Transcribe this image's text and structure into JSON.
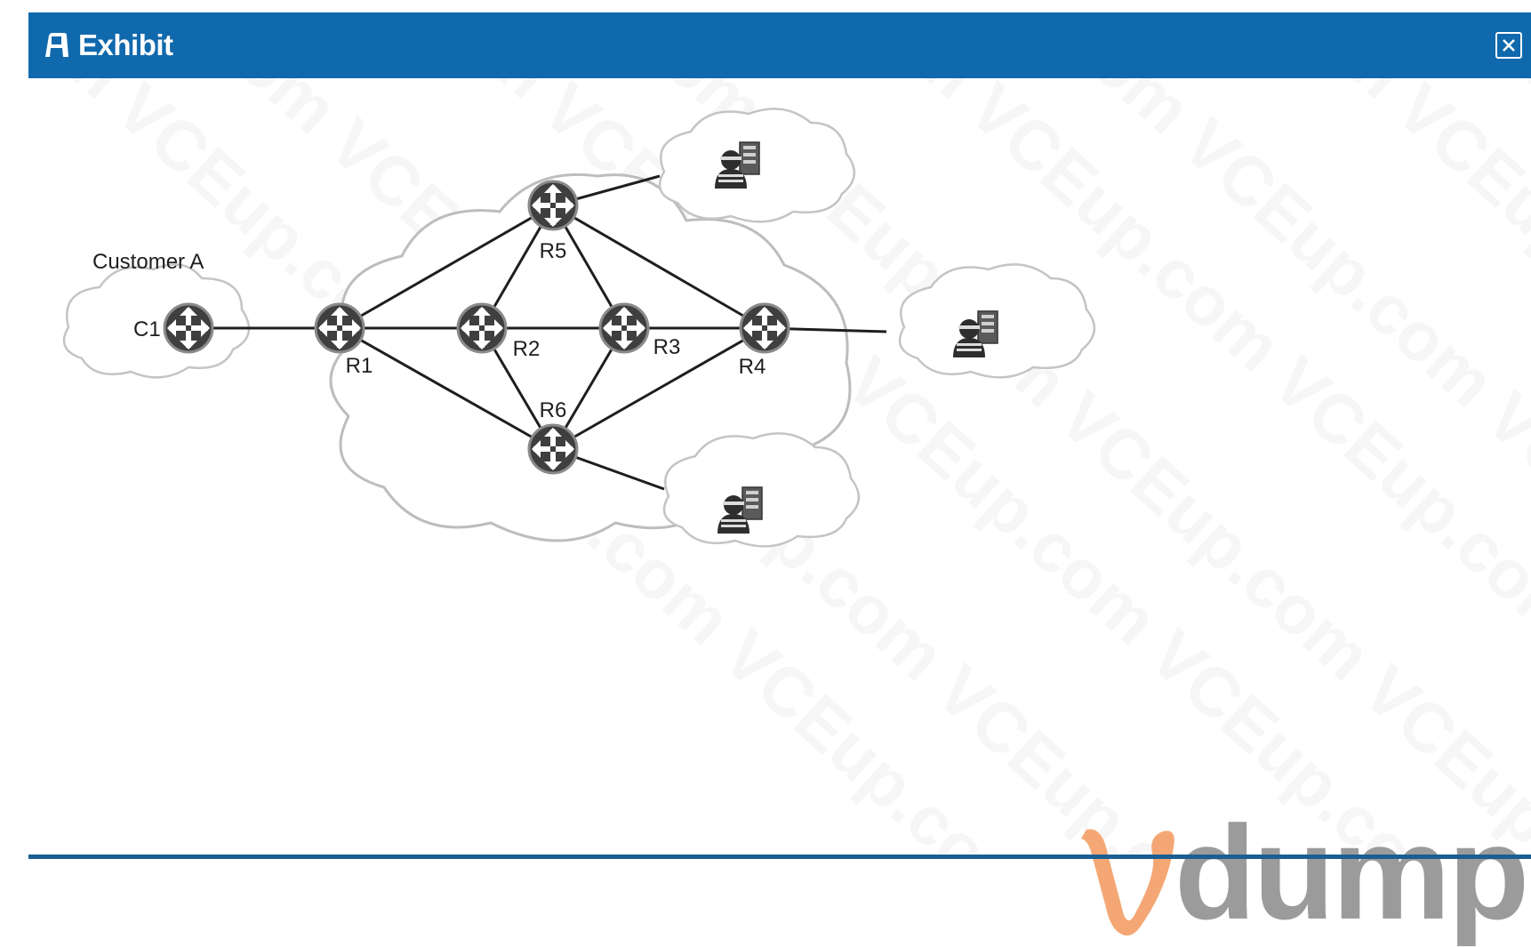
{
  "window": {
    "title": "Exhibit",
    "close_icon": "close-icon",
    "title_icon": "exhibit-icon"
  },
  "diagram": {
    "group_label": "Customer A",
    "routers": [
      {
        "id": "C1",
        "label": "C1"
      },
      {
        "id": "R1",
        "label": "R1"
      },
      {
        "id": "R2",
        "label": "R2"
      },
      {
        "id": "R3",
        "label": "R3"
      },
      {
        "id": "R4",
        "label": "R4"
      },
      {
        "id": "R5",
        "label": "R5"
      },
      {
        "id": "R6",
        "label": "R6"
      }
    ],
    "links": [
      [
        "C1",
        "R1"
      ],
      [
        "R1",
        "R2"
      ],
      [
        "R2",
        "R3"
      ],
      [
        "R3",
        "R4"
      ],
      [
        "R1",
        "R5"
      ],
      [
        "R1",
        "R6"
      ],
      [
        "R5",
        "R2"
      ],
      [
        "R5",
        "R3"
      ],
      [
        "R6",
        "R2"
      ],
      [
        "R6",
        "R3"
      ],
      [
        "R5",
        "R4"
      ],
      [
        "R6",
        "R4"
      ],
      [
        "R5",
        "server-top"
      ],
      [
        "R4",
        "server-right"
      ],
      [
        "R6",
        "server-bottom"
      ]
    ],
    "server_icon": "server-user-icon"
  },
  "watermark_text": "VCEup.com",
  "brand": {
    "letter": "V",
    "text": "dumps",
    "accent_color": "#f4a774",
    "text_color": "#9b9b9b"
  },
  "colors": {
    "titlebar": "#1169ad",
    "router": "#4a4a4a"
  }
}
